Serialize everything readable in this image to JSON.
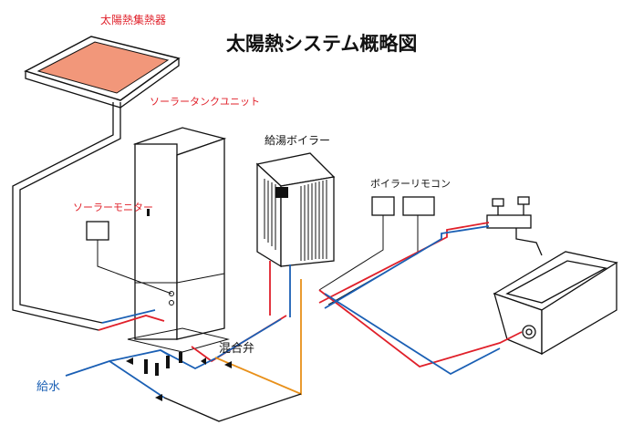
{
  "title": "太陽熱システム概略図",
  "labels": {
    "collector": "太陽熱集熱器",
    "tank_unit": "ソーラータンクユニット",
    "solar_monitor": "ソーラーモニター",
    "boiler": "給湯ボイラー",
    "boiler_remote": "ボイラーリモコン",
    "mixing_valve": "混合弁",
    "water_supply": "給水"
  },
  "colors": {
    "hot_pipe": "#e0202a",
    "cold_pipe": "#1a5fb4",
    "mixed_pipe": "#e8901a",
    "line": "#111111",
    "collector_panel": "#f2977a"
  }
}
